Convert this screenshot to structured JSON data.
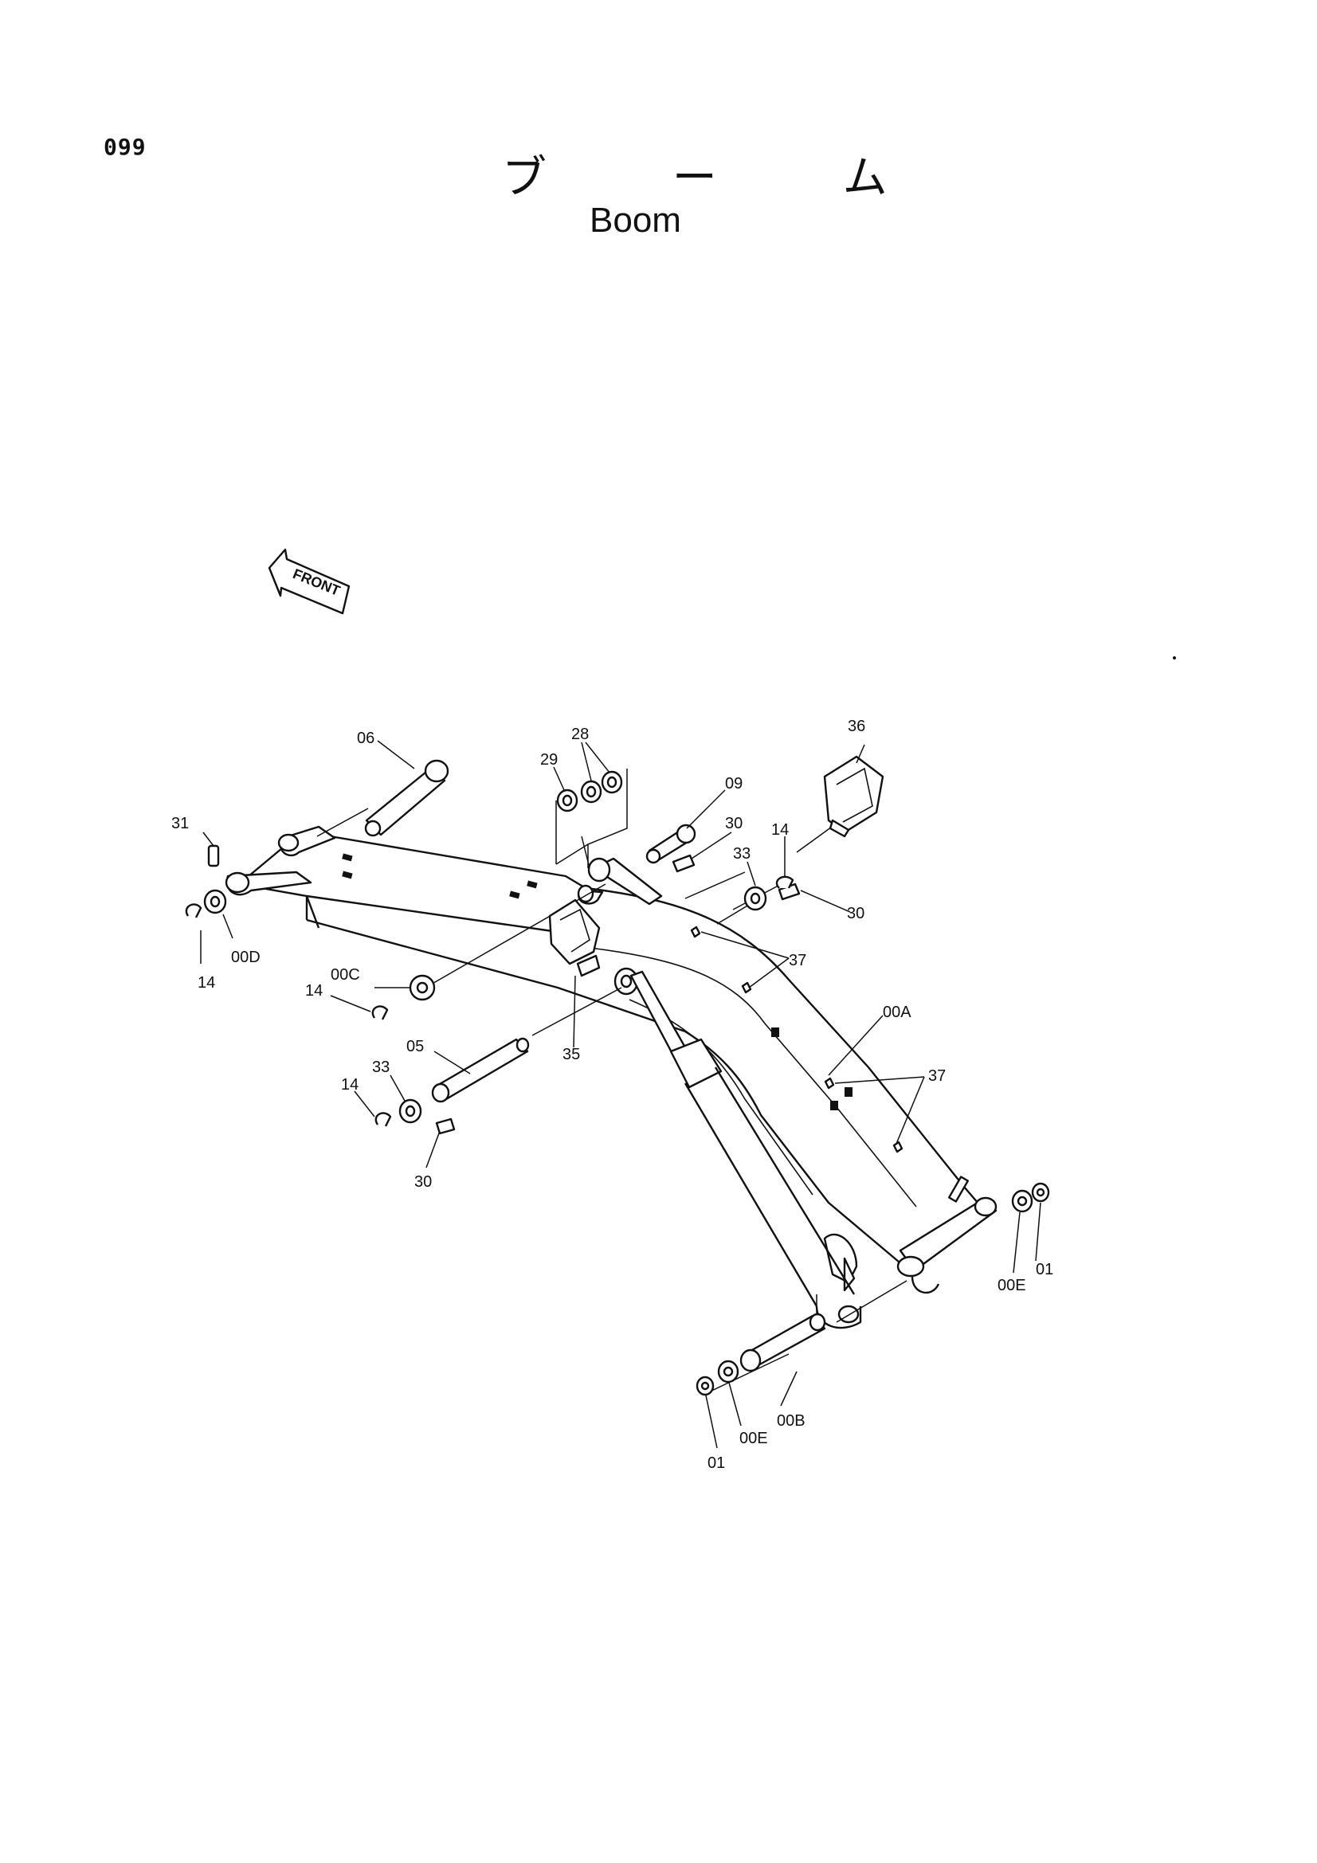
{
  "page_number": "099",
  "title_jp": "ブ ー ム",
  "title_en": "Boom",
  "front_label": "FRONT",
  "callouts": {
    "c06": "06",
    "c28": "28",
    "c29": "29",
    "c36": "36",
    "c09": "09",
    "c30a": "30",
    "c14a": "14",
    "c33a": "33",
    "c30b": "30",
    "c31": "31",
    "c00d": "00D",
    "c14b": "14",
    "c00c": "00C",
    "c14c": "14",
    "c37a": "37",
    "c00a": "00A",
    "c05": "05",
    "c35": "35",
    "c33b": "33",
    "c14d": "14",
    "c37b": "37",
    "c30c": "30",
    "c00e_r": "00E",
    "c01_r": "01",
    "c00b": "00B",
    "c00e_l": "00E",
    "c01_l": "01"
  }
}
